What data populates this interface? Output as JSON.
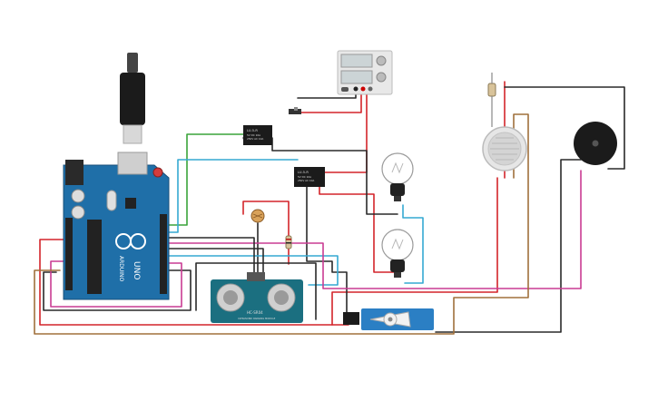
{
  "circuit": {
    "arduino": {
      "logo": "UNO",
      "brand": "ARDUINO",
      "board_color": "#1f6fa8"
    },
    "relay_1": {
      "label_top": "LU-5-R",
      "label_mid": "5V DC 10A",
      "label_bot": "250V AC 10A"
    },
    "relay_2": {
      "label_top": "LU-5-R",
      "label_mid": "5V DC 10A",
      "label_bot": "250V AC 10A"
    },
    "ultrasonic": {
      "label": "HC-SR04",
      "sub": "ULTRASONIC RANGING MODULE"
    },
    "power_supply": {
      "name": "power-supply"
    },
    "components": [
      "photoresistor",
      "resistor",
      "relay",
      "light-bulb",
      "microphone",
      "piezo-buzzer",
      "servo",
      "slide-switch"
    ]
  },
  "colors": {
    "red": "#d4242a",
    "black": "#2a2a2a",
    "green": "#3aa43a",
    "cyan": "#35a9d2",
    "magenta": "#c93b93",
    "brown": "#a0703c",
    "board": "#1f6fa8",
    "module": "#1b6f80"
  }
}
